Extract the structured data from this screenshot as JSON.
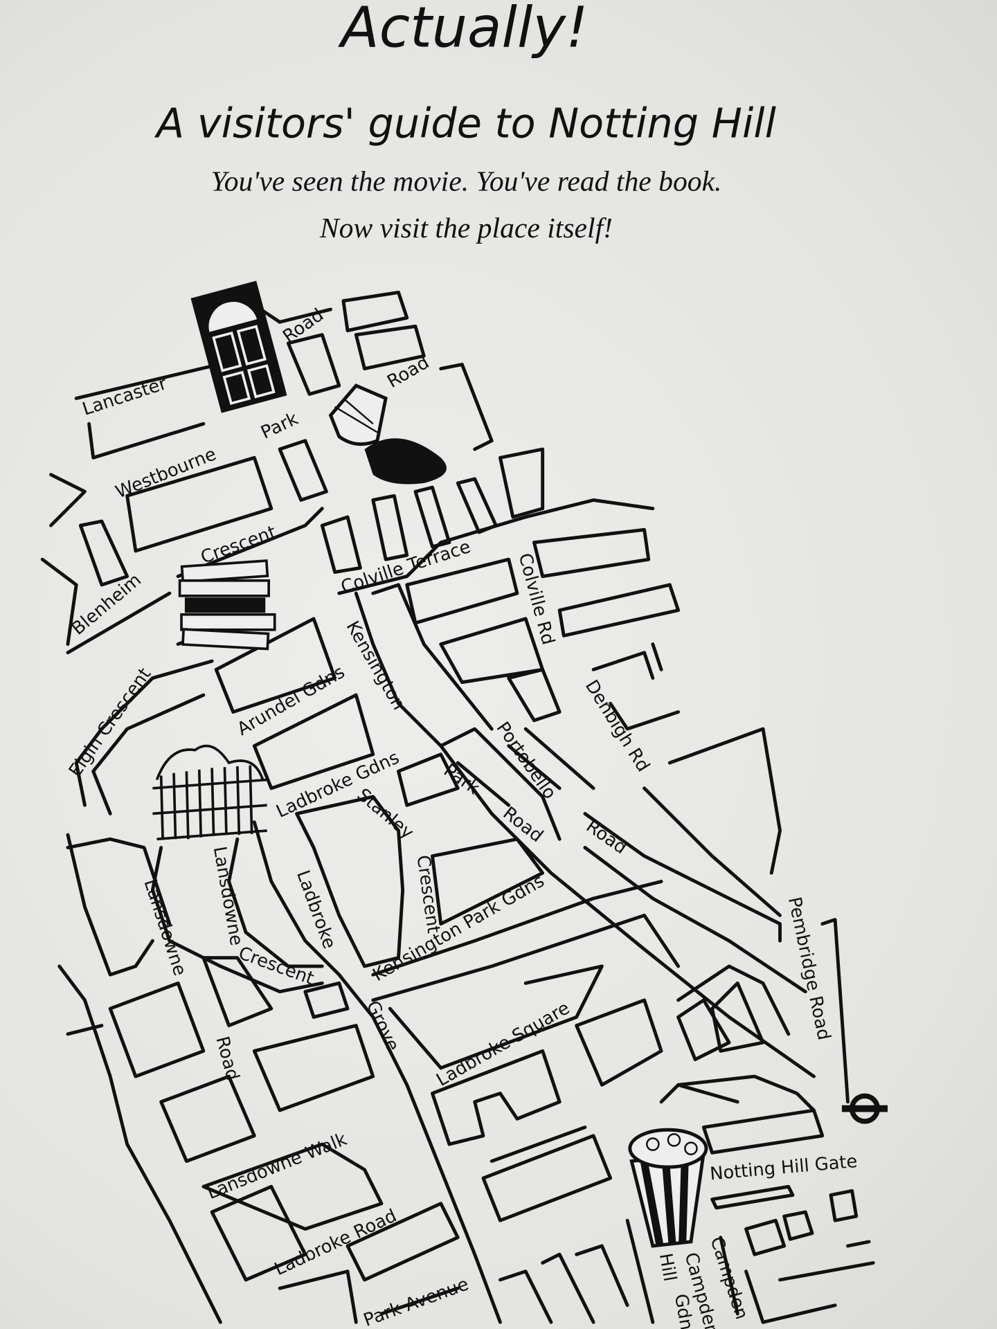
{
  "header": {
    "title": "Actually!",
    "subtitle": "A visitors' guide to Notting Hill",
    "tagline_1": "You've seen the movie. You've read the book.",
    "tagline_2": "Now visit the place itself!"
  },
  "map": {
    "labels": {
      "lancaster": "Lancaster",
      "road_1": "Road",
      "road_2": "Road",
      "park_1": "Park",
      "westbourne": "Westbourne",
      "crescent_1": "Crescent",
      "blenheim": "Blenheim",
      "colville_terrace": "Colville Terrace",
      "colville_rd": "Colville Rd",
      "kensington": "Kensington",
      "elgin_crescent": "Elgin Crescent",
      "arundel_gdns": "Arundel Gdns",
      "denbigh_rd": "Denbigh Rd",
      "portobello": "Portobello",
      "ladbroke_gdns": "Ladbroke Gdns",
      "park_2": "Park",
      "stanley": "Stanley",
      "crescent_2": "Crescent",
      "road_3": "Road",
      "road_4": "Road",
      "lansdowne_1": "Lansdowne",
      "lansdowne_2": "Lansdowne",
      "ladbroke_1": "Ladbroke",
      "kensington_park_gdns": "Kensington Park Gdns",
      "pembridge_road": "Pembridge Road",
      "crescent_3": "Crescent",
      "grove": "Grove",
      "road_5": "Road",
      "ladbroke_square": "Ladbroke Square",
      "notting_hill_gate": "Notting Hill Gate",
      "lansdowne_walk": "Lansdowne Walk",
      "ladbroke_road": "Ladbroke Road",
      "park_avenue": "Park Avenue",
      "hill": "Hill",
      "gdns": "Gdns",
      "campden_1": "Campden",
      "campden_2": "Campden"
    },
    "landmarks": [
      "door-icon",
      "teacup-icon",
      "books-icon",
      "garden-gate-icon",
      "popcorn-icon",
      "underground-roundel-icon"
    ],
    "ink_color": "#111111",
    "paper_color": "#e6e6e3"
  }
}
